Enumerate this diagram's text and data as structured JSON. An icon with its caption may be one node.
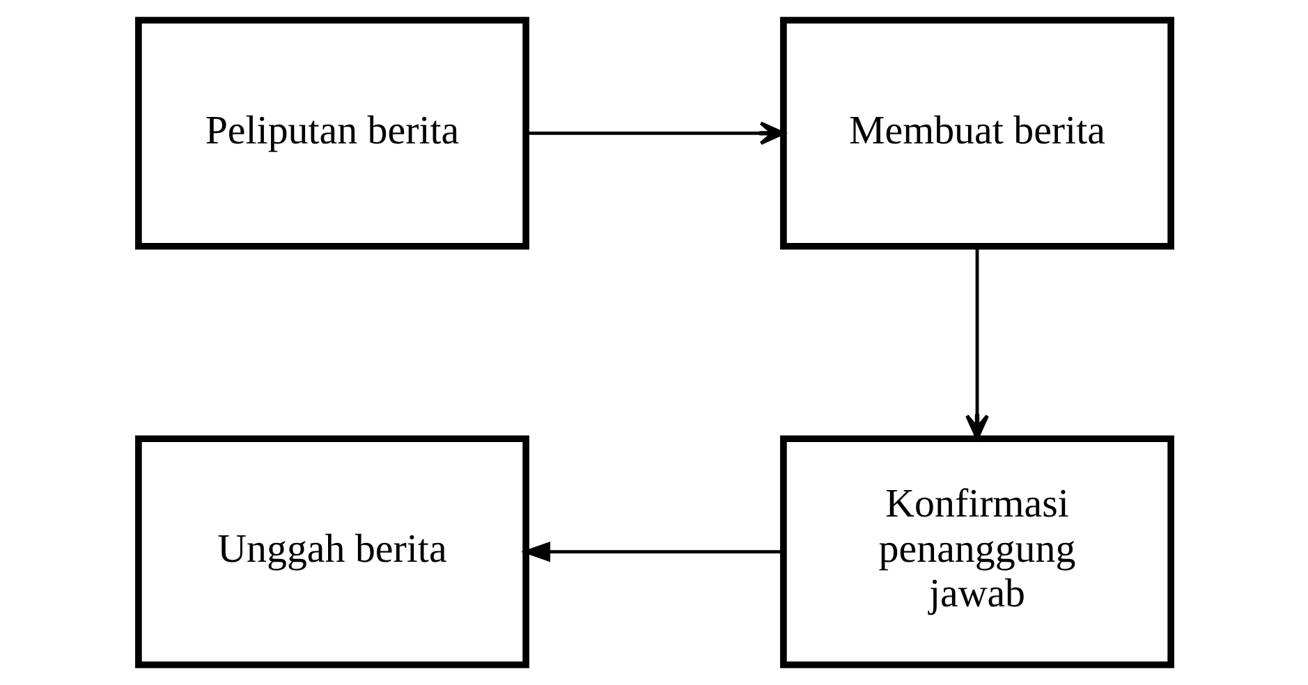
{
  "diagram": {
    "nodes": [
      {
        "text": [
          "Peliputan berita"
        ]
      },
      {
        "text": [
          "Membuat berita"
        ]
      },
      {
        "text": [
          "Konfirmasi penanggung jawab"
        ]
      },
      {
        "text": [
          "Unggah berita"
        ]
      }
    ],
    "edges": [
      {
        "from": 0,
        "to": 1,
        "arrow": "to"
      },
      {
        "from": 1,
        "to": 2,
        "arrow": "to"
      },
      {
        "from": 2,
        "to": 3,
        "arrow": "to"
      }
    ]
  }
}
